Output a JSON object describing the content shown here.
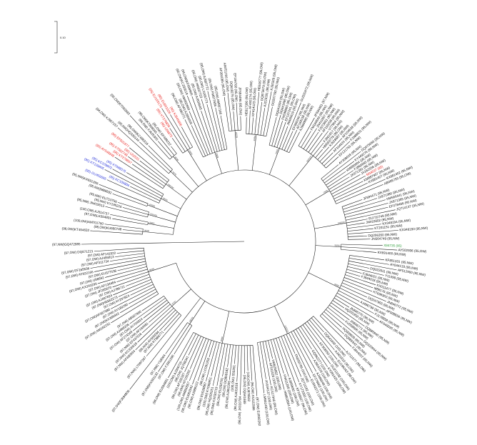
{
  "colors": {
    "default": "#111111",
    "red": "#e8231f",
    "blue": "#2a35d9",
    "green": "#2e9e3a",
    "branch": "#111111"
  },
  "scale_bar": {
    "label": "0.10"
  },
  "clades": [
    {
      "support": "99/99",
      "leaves": [
        {
          "label": "(96,OW)KT454632"
        },
        {
          "label": "(98,OW)KU660748"
        },
        {
          "label": "(100,OW)AM701760"
        }
      ]
    },
    {
      "support": "80/80",
      "leaves": [
        {
          "label": "(97,OW)LK054801"
        },
        {
          "label": "(100,OW) AJ314737"
        }
      ]
    },
    {
      "support": "100/100",
      "leaves": [
        {
          "label": "(95,NW) JN419013"
        },
        {
          "label": "(95,NW) KY196216"
        },
        {
          "label": "(95,NW) EU710756"
        }
      ]
    },
    {
      "support": "100/99",
      "leaves": [
        {
          "label": "(95,NW)M88592"
        },
        {
          "label": "(95,NW)KX691399"
        }
      ]
    },
    {
      "support": "99/99",
      "leaves": [
        {
          "label": "(95) GU456685",
          "color": "blue"
        },
        {
          "label": "(95) KC109806",
          "color": "blue"
        },
        {
          "label": "(95) KT109805",
          "color": "blue"
        },
        {
          "label": "(95) KC109803",
          "color": "blue"
        },
        {
          "label": "(95) KT988076",
          "color": "blue"
        }
      ]
    },
    {
      "support": "100/100",
      "leaves": [
        {
          "label": "(95) AY548948",
          "color": "red"
        },
        {
          "label": "(95) KT276857",
          "color": "red"
        },
        {
          "label": "(95) KT582748",
          "color": "red"
        },
        {
          "label": "(95) U52011",
          "color": "red"
        },
        {
          "label": "(95) EF501977",
          "color": "red"
        }
      ]
    },
    {
      "support": "78/76",
      "leaves": [
        {
          "label": "(94,OW) KJ957157"
        },
        {
          "label": "(95,NW)HQ330144"
        },
        {
          "label": "(95,OW)KC486316"
        }
      ]
    },
    {
      "support": "98/98",
      "leaves": [
        {
          "label": "(95,OW)KT582682"
        },
        {
          "label": "(95,OW) FJ626300"
        },
        {
          "label": "(95,OW)KT808045"
        },
        {
          "label": "(95,OW) EF488222"
        }
      ]
    },
    {
      "support": "99/99",
      "leaves": [
        {
          "label": "(95) U56875",
          "color": "red"
        },
        {
          "label": "(95) KT276858",
          "color": "red"
        },
        {
          "label": "(95) EU193175",
          "color": "red"
        },
        {
          "label": "(95) EU601028",
          "color": "red"
        },
        {
          "label": "(95) KJ645696",
          "color": "red"
        }
      ]
    },
    {
      "support": "99/99",
      "leaves": [
        {
          "label": "(95,OW) AF390771"
        },
        {
          "label": "(95,OW) AJ966005"
        },
        {
          "label": "(95,OW) HM002669"
        },
        {
          "label": "(95,OW)KC283519"
        },
        {
          "label": "(95,OW)KF699905"
        },
        {
          "label": "(95,OW) AJ606665"
        },
        {
          "label": "(95,OW) HM637723"
        },
        {
          "label": "(95,OW) LX065773"
        },
        {
          "label": "(95,OW) AJ587772"
        },
        {
          "label": "(95,OW) FM877685"
        },
        {
          "label": "(95,OW) AM957186"
        }
      ]
    },
    {
      "support": "100/99",
      "leaves": [
        {
          "label": "AF391085 (95,OW)"
        },
        {
          "label": "AM751766 (95,OW)"
        },
        {
          "label": "DQ619275 (95,OW)"
        },
        {
          "label": "EF194760 (95,OW)"
        },
        {
          "label": "JF694496 (95,OW)"
        }
      ]
    },
    {
      "support": "99/98",
      "leaves": [
        {
          "label": "HE617390 (95,OW)"
        },
        {
          "label": "AF492174 (95,OW)"
        },
        {
          "label": "KF414123 (95,OW)"
        },
        {
          "label": "HE616777 (95,OW)"
        },
        {
          "label": "DQ873679 (95,OW)"
        },
        {
          "label": "AJ223191 (95,OW)"
        },
        {
          "label": "KJ30329 (95,OW)"
        },
        {
          "label": "DQ207780 (95,NW)"
        }
      ]
    },
    {
      "support": "99/99",
      "leaves": [
        {
          "label": "DQ641694 (95,OW)"
        },
        {
          "label": "DQ641695 (95,OW)"
        },
        {
          "label": "FN599860 (95,OW)"
        },
        {
          "label": "EF137241 (95,OW)"
        },
        {
          "label": "JN695619 (95,OW)"
        },
        {
          "label": "GU320472 (95,NW)"
        },
        {
          "label": "EF989260 (95,NW)"
        },
        {
          "label": "AF169158 (95,NW)"
        },
        {
          "label": "AJ966980 (95,NW)"
        }
      ]
    },
    {
      "support": "100/100",
      "leaves": [
        {
          "label": "JF694481 (97,NW)"
        },
        {
          "label": "FM180843 (95,NW)"
        },
        {
          "label": "JN411867 (95,NW)"
        },
        {
          "label": "FJ573651 (95,NW)"
        },
        {
          "label": "AF116208 (95,NW)"
        },
        {
          "label": "U77964 (95,NW)"
        },
        {
          "label": "FJ861917 (95,NW)"
        },
        {
          "label": "HM063778 (95,OW)"
        },
        {
          "label": "KJ528687 (95,NW)"
        },
        {
          "label": "AF104638 (95,NW)"
        },
        {
          "label": "AF104631 (95,NW)"
        },
        {
          "label": "FJ588831 (95,NW)"
        },
        {
          "label": "EF121755 (95,NW)"
        }
      ]
    },
    {
      "support": "79/80",
      "leaves": [
        {
          "label": "AY308618 (95,NW)"
        },
        {
          "label": "DQ675666 (95,NW)"
        },
        {
          "label": "KY449276 (95,NW)"
        },
        {
          "label": "KM880604 (95,NW)"
        },
        {
          "label": "FJ865685 (95,NW)"
        },
        {
          "label": "JX871382 (95,NW)"
        },
        {
          "label": "JX162556 (95,NW)"
        },
        {
          "label": "M34037 (95)",
          "color": "red"
        },
        {
          "label": "KM887907 (95,NW)"
        },
        {
          "label": "KX681407 (95,NW)"
        },
        {
          "label": "KX681402 (95,NW)"
        },
        {
          "label": "AB085793 (95,OW)"
        }
      ]
    },
    {
      "support": "100/100",
      "leaves": [
        {
          "label": "JF694471 (95,NW)"
        },
        {
          "label": "JX871380 (95,NW)"
        },
        {
          "label": "HM566441 (95,NW)"
        },
        {
          "label": "JX871385 (95,NW)"
        },
        {
          "label": "EF078466 (95,NW)"
        },
        {
          "label": "JQ714137 (95,NW)"
        },
        {
          "label": "EU710749 (95,NW)"
        },
        {
          "label": "JN410002 (95,NW)"
        },
        {
          "label": "KX348194 (95,NW)"
        },
        {
          "label": "KT201151 (95,NW)"
        },
        {
          "label": "KX348193 (95,NW)"
        },
        {
          "label": "DQ206350 (95,NW)"
        },
        {
          "label": "JN564749 (95,NW)"
        }
      ]
    },
    {
      "support": "98/98",
      "leaves": [
        {
          "label": "X84735 (95)",
          "color": "green"
        },
        {
          "label": "AY502936 (95,OW)"
        },
        {
          "label": "KX691400 (95,NW)"
        }
      ]
    },
    {
      "support": "99/99",
      "leaves": [
        {
          "label": "KF851331 (95,NW)"
        },
        {
          "label": "AY044133 (95,NW)"
        },
        {
          "label": "AF512900 (95,NW)"
        },
        {
          "label": "DQ022611 (95,NW)"
        },
        {
          "label": "Y11099 (95,NW)"
        },
        {
          "label": "FJ844021 (95,NW)"
        },
        {
          "label": "FJ844018 (95,NW)"
        },
        {
          "label": "KX011477 (95,NW)"
        },
        {
          "label": "M88176 (95,NW)"
        },
        {
          "label": "KT698302 (95,NW)"
        },
        {
          "label": "JN846772 (95,NW)"
        },
        {
          "label": "DQ247955 (95,NW)"
        },
        {
          "label": "AF508656 (95,NW)"
        },
        {
          "label": "AJ496798 (95,NW)"
        },
        {
          "label": "FJ178858 (95,NW)"
        },
        {
          "label": "AF049035 (95,NW)"
        },
        {
          "label": "JN846770 (95,NW)"
        },
        {
          "label": "HQ201950 (95,NW)"
        },
        {
          "label": "DQ885940 (95,NW)"
        },
        {
          "label": "JN846771 (95,NW)"
        },
        {
          "label": "KU058806 (95,NW)"
        },
        {
          "label": "DQ320944 (95,NW)"
        },
        {
          "label": "HQ008609 (95,NW)"
        },
        {
          "label": "DQ885942 (95,NW)"
        },
        {
          "label": "FJ844022 (95,NW)"
        }
      ]
    },
    {
      "support": "100/100",
      "leaves": [
        {
          "label": "AJ711577 (98,OW)"
        },
        {
          "label": "DQ641690 (100,OW)"
        },
        {
          "label": "AJ401610 (95,OW)"
        },
        {
          "label": "EU196163 (98,OW)"
        },
        {
          "label": "KF358550 (100,OW)"
        },
        {
          "label": "GU211192 (100,OW)"
        },
        {
          "label": "KY091425 (100,OW)"
        },
        {
          "label": "GQ862277 (100,OW)"
        },
        {
          "label": "AJ564376 (100,OW)"
        },
        {
          "label": "AJ486648 (100,OW)"
        },
        {
          "label": "EF278862 (100,OW)"
        },
        {
          "label": "EU592271 (100,OW)"
        },
        {
          "label": "FN659789 (100,OW)"
        },
        {
          "label": "JQ711182 (100,OW)"
        },
        {
          "label": "KY173393 (100,OW)"
        },
        {
          "label": "KF169927 (96,OW)"
        },
        {
          "label": "AJ869692 (100,OW)"
        },
        {
          "label": "FN411268 (100,OW)"
        },
        {
          "label": "HM802864 (100,OW)"
        },
        {
          "label": "HM626862 (100,OW)"
        },
        {
          "label": "AF511526 (100,OW)"
        },
        {
          "label": "KC417946 (96,OW)"
        },
        {
          "label": "AY044137 (100,OW)"
        },
        {
          "label": "LM651490 (100,OW)"
        }
      ]
    },
    {
      "support": "99/99",
      "leaves": [
        {
          "label": "(97,OW) EU592262"
        },
        {
          "label": "(96,OW) KU522986"
        },
        {
          "label": "(100,OW) AJ878532"
        },
        {
          "label": "(96,OW) DQ641689"
        },
        {
          "label": "(96,OW) JX010784"
        },
        {
          "label": "(96,OW) AJ401616"
        },
        {
          "label": "(100,OW) S55261"
        },
        {
          "label": "(96,OW) AJ852305"
        },
        {
          "label": "(96,OW) DQ859182"
        },
        {
          "label": "(96,OW) EU282781"
        },
        {
          "label": "(96,OW) KX030719"
        },
        {
          "label": "(96,OW) HQ205251"
        },
        {
          "label": "(100,OW) KY069951"
        },
        {
          "label": "(96,OW) EU528887"
        },
        {
          "label": "(96,OW) LC091258"
        },
        {
          "label": "(96,OW) AJ988122"
        },
        {
          "label": "(96,OW) EU062542"
        },
        {
          "label": "(100,OW) AM850557"
        },
        {
          "label": "(96,OW) KF150292"
        },
        {
          "label": "(96,OW) AF160187"
        },
        {
          "label": "(96,OW) JQ798341"
        },
        {
          "label": "(100,OW) AJ306715"
        },
        {
          "label": "(96,OW) EU594851"
        }
      ]
    },
    {
      "support": "100/99",
      "leaves": [
        {
          "label": "(97,OW) FJ951596"
        },
        {
          "label": "(97,OW)KX691132"
        },
        {
          "label": "(97,NW) Y18004"
        }
      ]
    },
    {
      "support": "",
      "leaves": [
        {
          "label": "(97,OW)FJ694806"
        }
      ]
    },
    {
      "support": "97/97",
      "leaves": [
        {
          "label": "(97,NW) LT697267"
        },
        {
          "label": "(97,NW) KT986771"
        },
        {
          "label": "(95,NW) AY666066"
        },
        {
          "label": "(97,NW) AF490934"
        },
        {
          "label": "(97,NW) KC336618"
        },
        {
          "label": "(97,NW) EF437016"
        },
        {
          "label": "(97,OW) AF169481"
        },
        {
          "label": "(97,OW) AF274349"
        },
        {
          "label": "(97,OW) AY704814"
        },
        {
          "label": "(97,OW) AJ488206"
        },
        {
          "label": "(97,OW) AB007990"
        }
      ]
    },
    {
      "support": "99/99",
      "leaves": [
        {
          "label": "(97,OW) AM182232"
        },
        {
          "label": "(97,OW)KX366443"
        },
        {
          "label": "(97,OW) AY189290"
        },
        {
          "label": "(97,OW)AF567580"
        },
        {
          "label": "(97,OW) AY297824"
        },
        {
          "label": "(97,OW)HE662273"
        },
        {
          "label": "(97,OW) AJ497824"
        },
        {
          "label": "(97,OW) AJ786711"
        },
        {
          "label": "(97,OW) JF265670"
        },
        {
          "label": "(97,OW) AF134484"
        },
        {
          "label": "(97,OW) KX343290"
        },
        {
          "label": "(97,OW) U86692"
        },
        {
          "label": "(97,OW) EU377536"
        },
        {
          "label": "(97,OW) AY922166"
        },
        {
          "label": "(97,OW) EF165536"
        },
        {
          "label": "(97,OW) AF311734"
        },
        {
          "label": "(97,OW) AJ495813"
        },
        {
          "label": "(97,OW) AF141922"
        },
        {
          "label": "(97,OW) DQ871221"
        }
      ]
    },
    {
      "support": "",
      "leaves": [
        {
          "label": "(97,NW)GQ472985"
        }
      ]
    }
  ]
}
